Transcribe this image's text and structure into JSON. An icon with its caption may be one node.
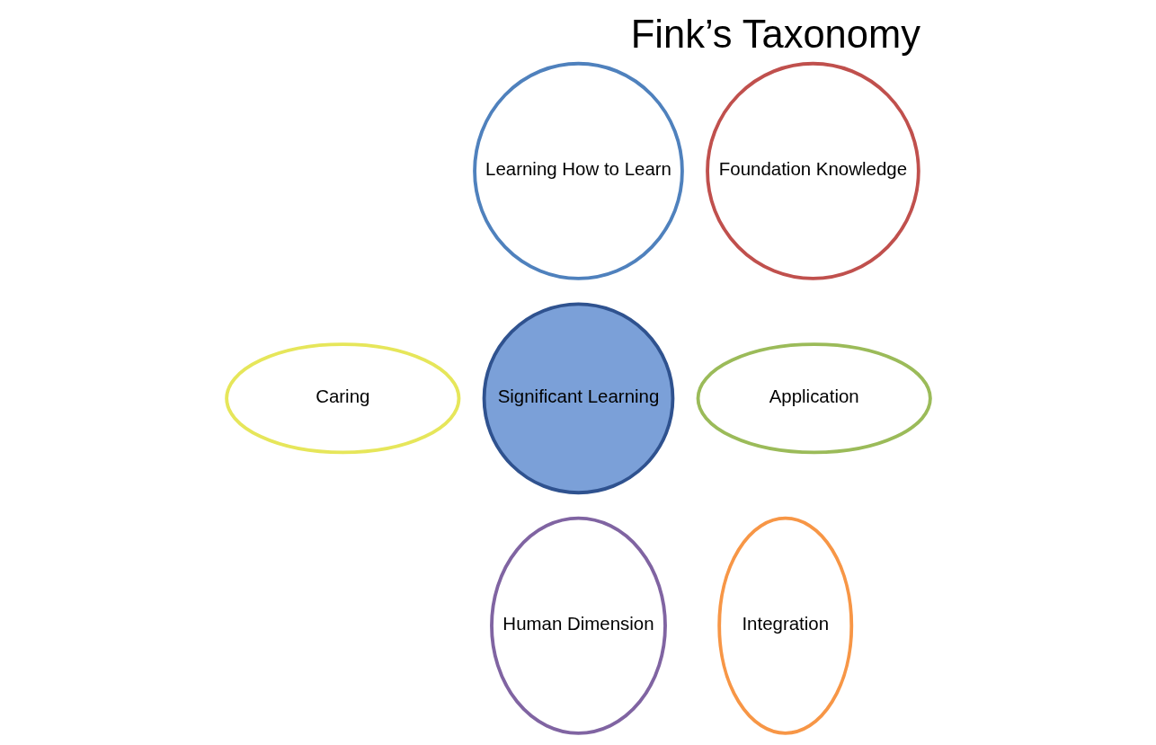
{
  "diagram": {
    "title": "Fink’s Taxonomy",
    "nodes": [
      {
        "text": [
          "Learning How to Learn"
        ]
      },
      {
        "text": [
          "Foundation Knowledge"
        ]
      },
      {
        "text": [
          "Caring"
        ]
      },
      {
        "text": [
          "Significant Learning"
        ]
      },
      {
        "text": [
          "Application"
        ]
      },
      {
        "text": [
          "Human Dimension"
        ]
      },
      {
        "text": [
          "Integration"
        ]
      }
    ]
  }
}
